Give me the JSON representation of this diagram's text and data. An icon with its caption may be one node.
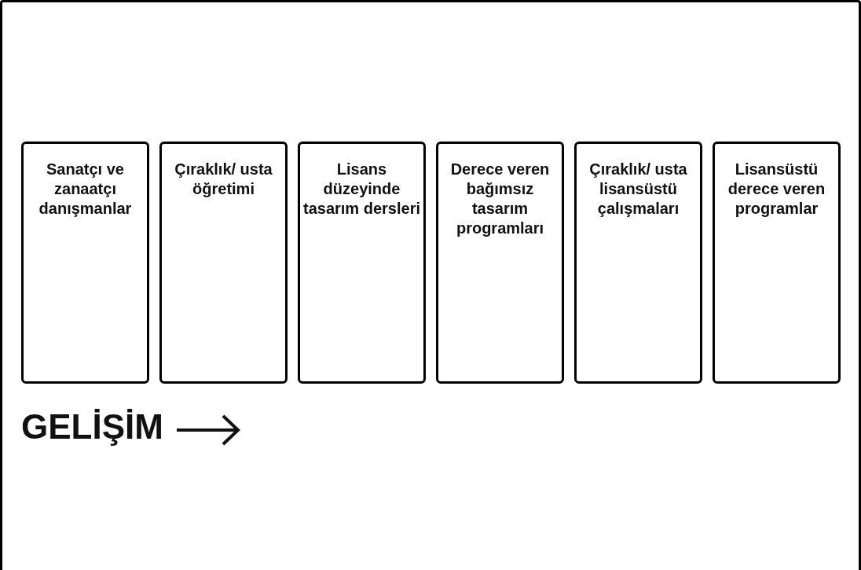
{
  "diagram": {
    "nodes": [
      {
        "text": [
          "Sanatçı ve zanaatçı danışmanlar"
        ]
      },
      {
        "text": [
          "Çıraklık/ usta öğretimi"
        ]
      },
      {
        "text": [
          "Lisans düzeyinde tasarım dersleri"
        ]
      },
      {
        "text": [
          "Derece veren bağımsız tasarım programları"
        ]
      },
      {
        "text": [
          "Çıraklık/ usta lisansüstü çalışmaları"
        ]
      },
      {
        "text": [
          "Lisansüstü derece veren programlar"
        ]
      }
    ],
    "edges": [],
    "labels": [
      "GELİŞİM"
    ]
  }
}
